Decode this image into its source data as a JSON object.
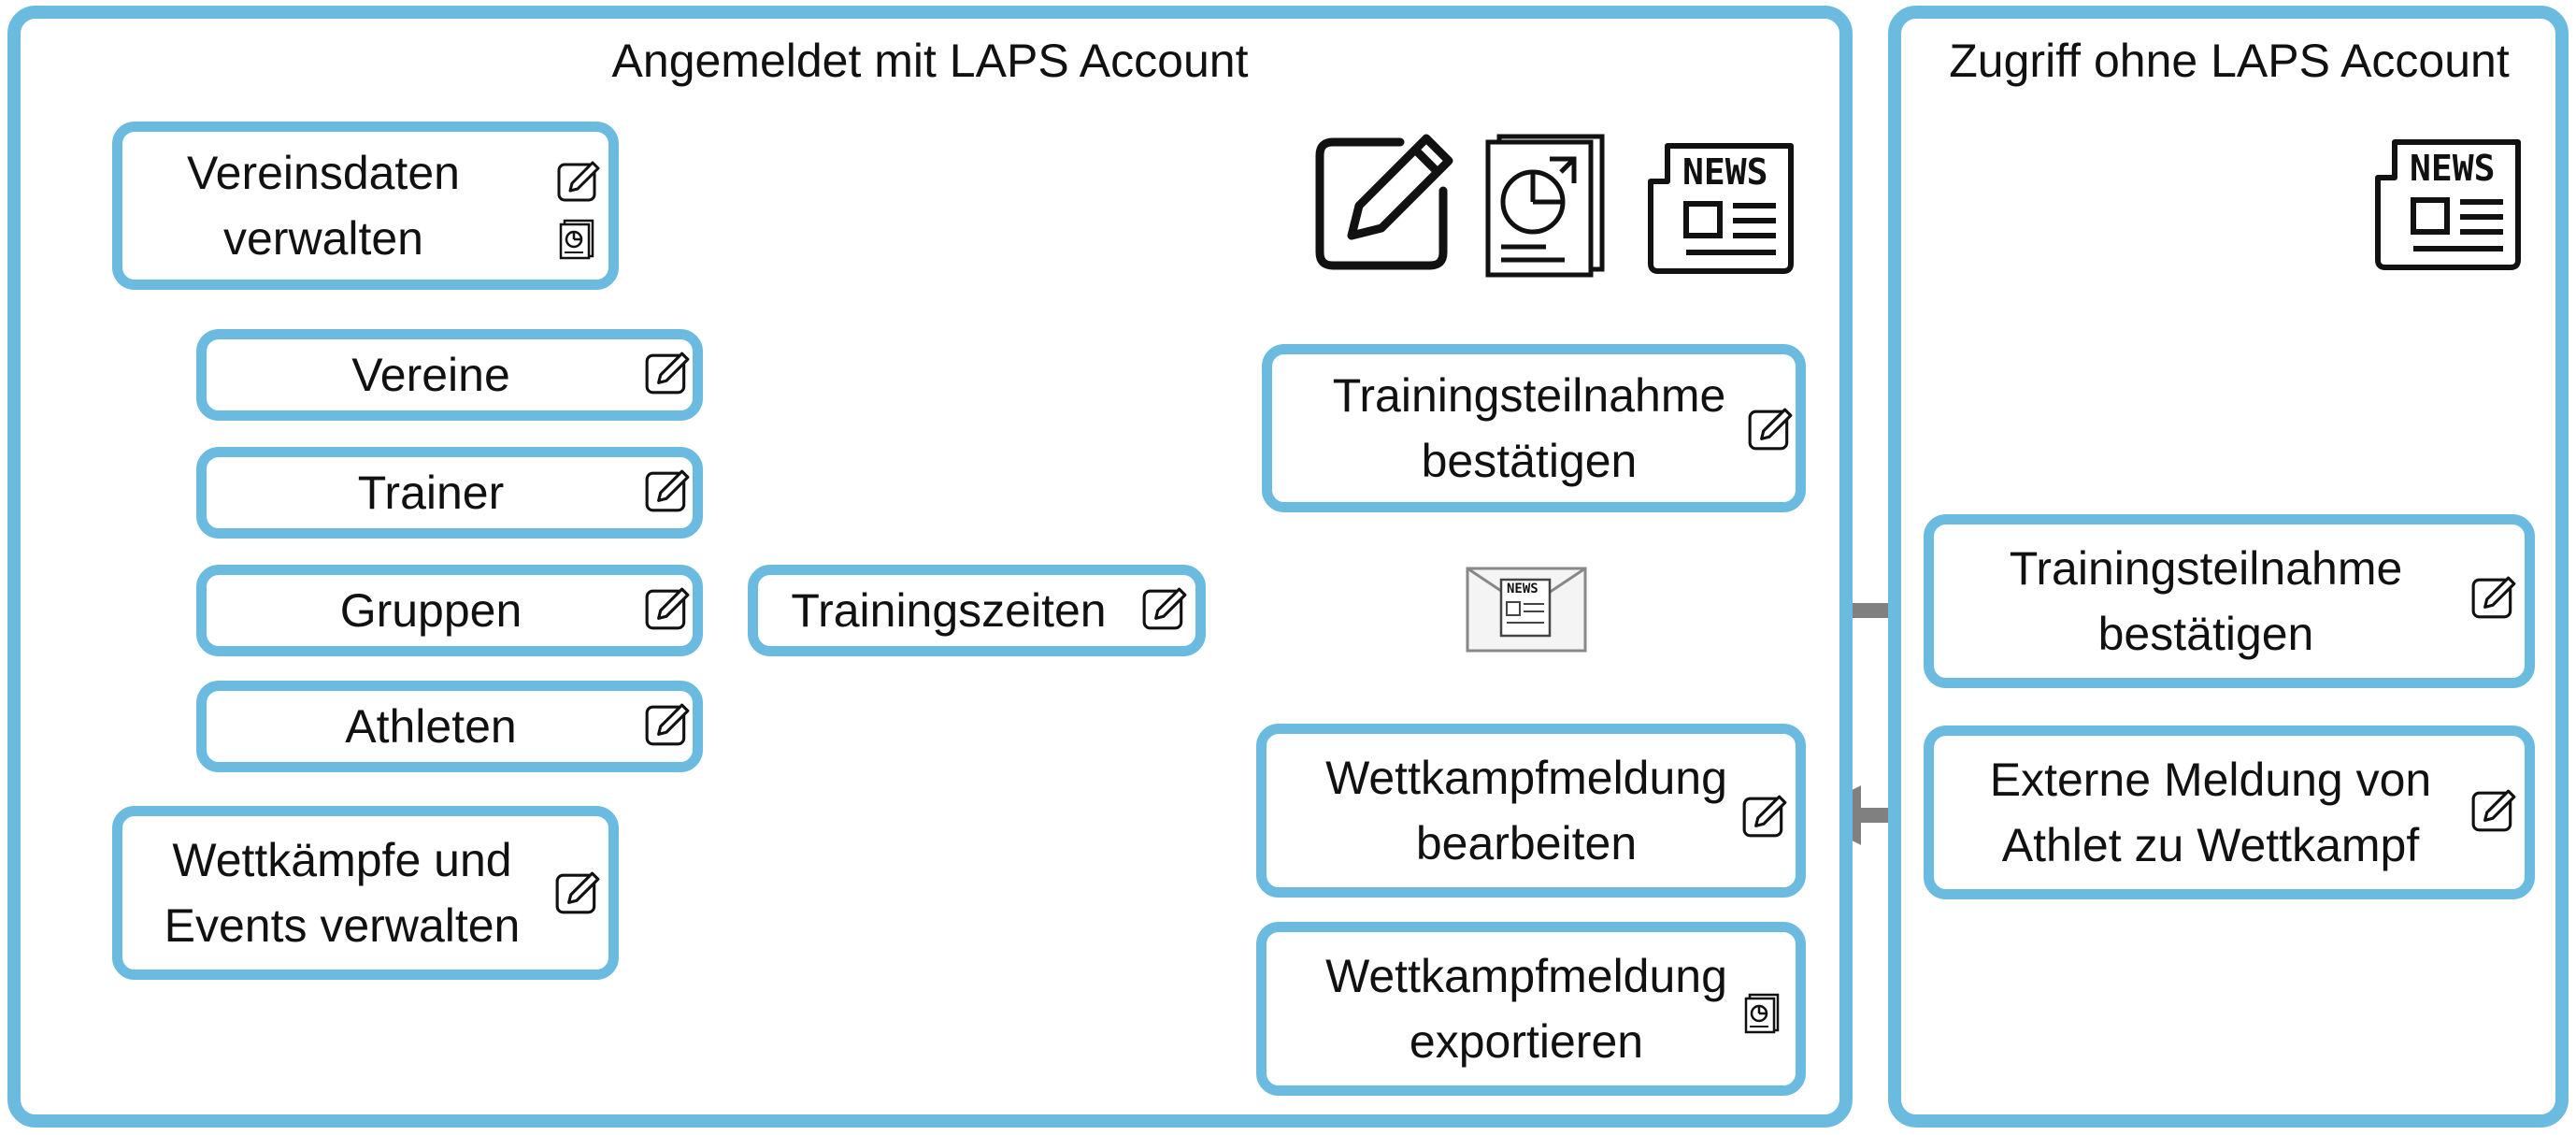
{
  "panels": {
    "logged_in": {
      "title": "Angemeldet mit LAPS Account"
    },
    "no_account": {
      "title": "Zugriff ohne LAPS Account"
    }
  },
  "nodes": {
    "vereinsdaten": "Vereinsdaten\nverwalten",
    "vereine": "Vereine",
    "trainer": "Trainer",
    "gruppen": "Gruppen",
    "athleten": "Athleten",
    "trainingszeiten": "Trainingszeiten",
    "trainingsteilnahme_in": "Trainingsteilnahme\nbestätigen",
    "wettkaempfe": "Wettkämpfe und\nEvents verwalten",
    "wettkampf_bearbeiten": "Wettkampfmeldung\nbearbeiten",
    "wettkampf_exportieren": "Wettkampfmeldung\nexportieren",
    "trainingsteilnahme_out": "Trainingsteilnahme\nbestätigen",
    "externe_meldung": "Externe Meldung von\nAthlet zu Wettkampf"
  },
  "icons": {
    "edit": "edit-icon",
    "report": "report-icon",
    "news": "news-icon",
    "newsletter": "newsletter-icon"
  },
  "logos": {
    "news_text": "NEWS"
  },
  "colors": {
    "border": "#6bbbe0",
    "connector": "#808080",
    "text": "#111111"
  }
}
